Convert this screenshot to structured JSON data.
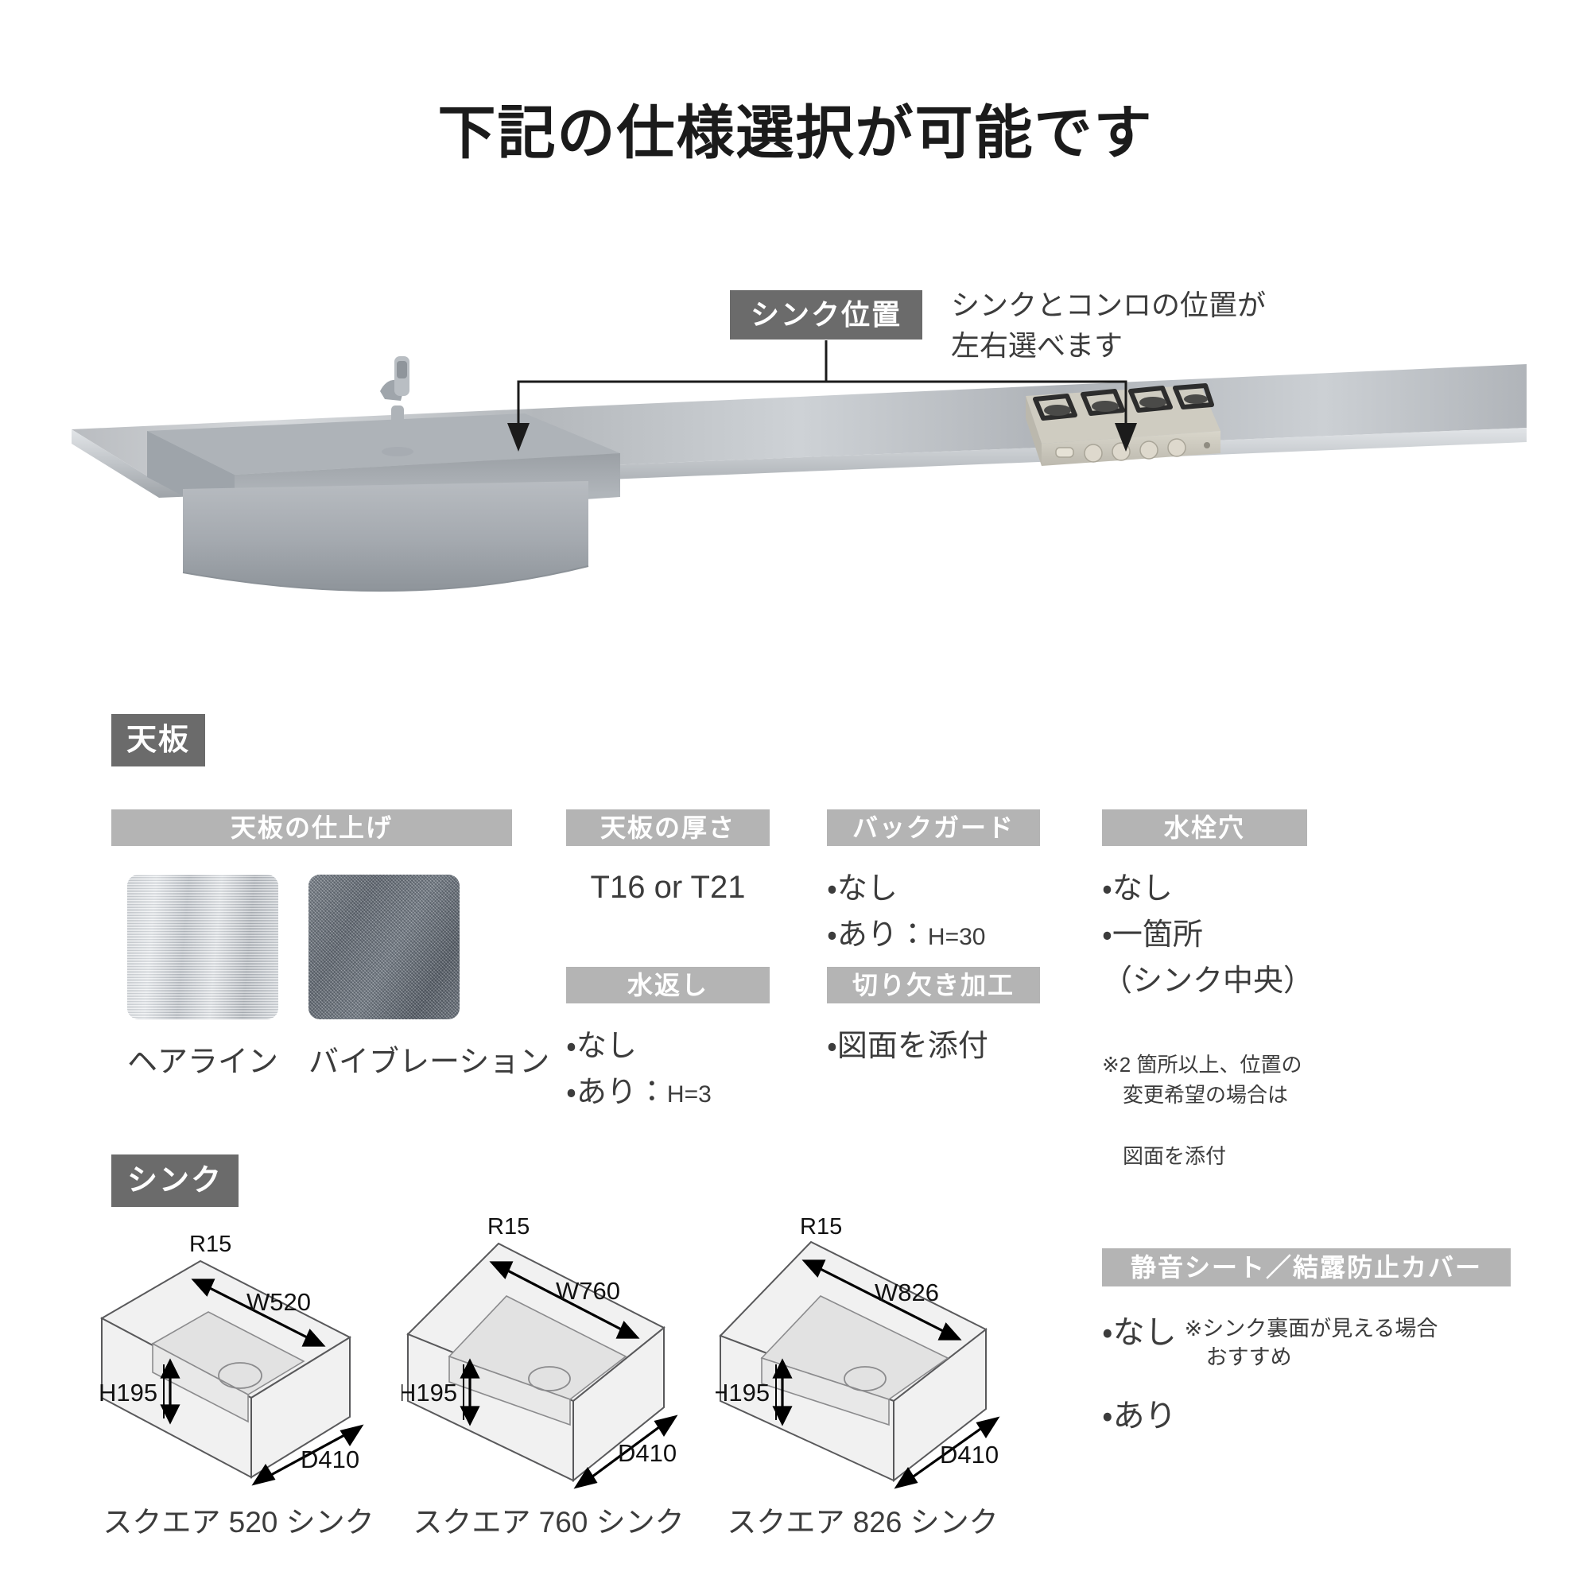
{
  "title": "下記の仕様選択が可能です",
  "callout": {
    "badge": "シンク位置",
    "note": "シンクとコンロの位置が\n左右選べます"
  },
  "sections": {
    "tenban": {
      "badge": "天板",
      "finish": {
        "header": "天板の仕上げ",
        "options": [
          {
            "label": "ヘアライン",
            "swatch": "hairline"
          },
          {
            "label": "バイブレーション",
            "swatch": "vibration"
          }
        ]
      },
      "thickness": {
        "header": "天板の厚さ",
        "value": "T16 or T21"
      },
      "mizukaeshi": {
        "header": "水返し",
        "items": [
          "・なし",
          "・あり："
        ],
        "item2_sub": "H=3"
      },
      "backguard": {
        "header": "バックガード",
        "items": [
          "・なし",
          "・あり："
        ],
        "item2_sub": "H=30"
      },
      "kirikaki": {
        "header": "切り欠き加工",
        "items": [
          "・図面を添付"
        ]
      },
      "faucethole": {
        "header": "水栓穴",
        "items": [
          "・なし",
          "・一箇所",
          "（シンク中央）"
        ],
        "note_line1": "※2 箇所以上、位置の",
        "note_line2": "変更希望の場合は",
        "note_line3": "図面を添付"
      }
    },
    "sink": {
      "badge": "シンク",
      "figures": [
        {
          "r": "R15",
          "w": "W520",
          "h": "H195",
          "d": "D410",
          "caption": "スクエア 520 シンク"
        },
        {
          "r": "R15",
          "w": "W760",
          "h": "H195",
          "d": "D410",
          "caption": "スクエア 760 シンク"
        },
        {
          "r": "R15",
          "w": "W826",
          "h": "H195",
          "d": "D410",
          "caption": "スクエア 826 シンク"
        }
      ],
      "seion": {
        "header": "静音シート／結露防止カバー",
        "item1": "・なし",
        "item1_note": "※シンク裏面が見える場合\n　おすすめ",
        "item2": "・あり"
      }
    }
  },
  "colors": {
    "badge_dark": "#6b6b6b",
    "badge_light": "#b4b4b4",
    "text": "#3c3c3c",
    "title": "#1b1b1b"
  }
}
